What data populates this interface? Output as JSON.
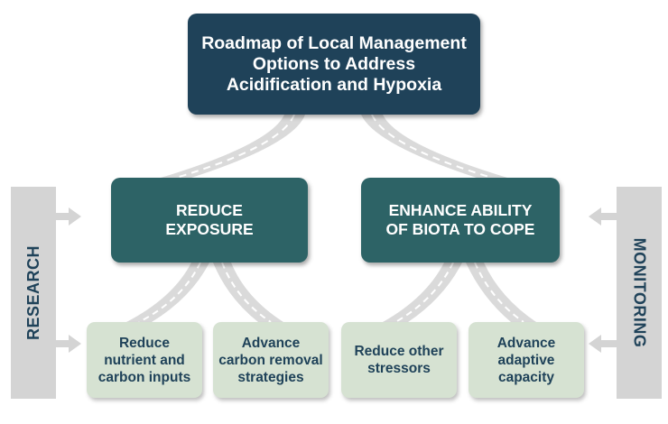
{
  "title": {
    "lines": [
      "Roadmap of Local Management",
      "Options to Address",
      "Acidification and Hypoxia"
    ]
  },
  "strategies": [
    {
      "lines": [
        "REDUCE",
        "EXPOSURE"
      ]
    },
    {
      "lines": [
        "ENHANCE ABILITY",
        "OF BIOTA TO COPE"
      ]
    }
  ],
  "actions": [
    {
      "lines": [
        "Reduce",
        "nutrient and",
        "carbon inputs"
      ]
    },
    {
      "lines": [
        "Advance",
        "carbon removal",
        "strategies"
      ]
    },
    {
      "lines": [
        "Reduce other",
        "stressors"
      ]
    },
    {
      "lines": [
        "Advance",
        "adaptive",
        "capacity"
      ]
    }
  ],
  "side_bars": {
    "left": "RESEARCH",
    "right": "MONITORING"
  },
  "icons": {
    "road": "road-connector",
    "arrow": "arrow-icon"
  },
  "colors": {
    "title_box": "#1f4259",
    "strategy_box": "#2d6366",
    "action_box": "#d6e2d2",
    "action_text": "#1f4259",
    "side_bar": "#d4d4d4",
    "road": "#dadada"
  }
}
